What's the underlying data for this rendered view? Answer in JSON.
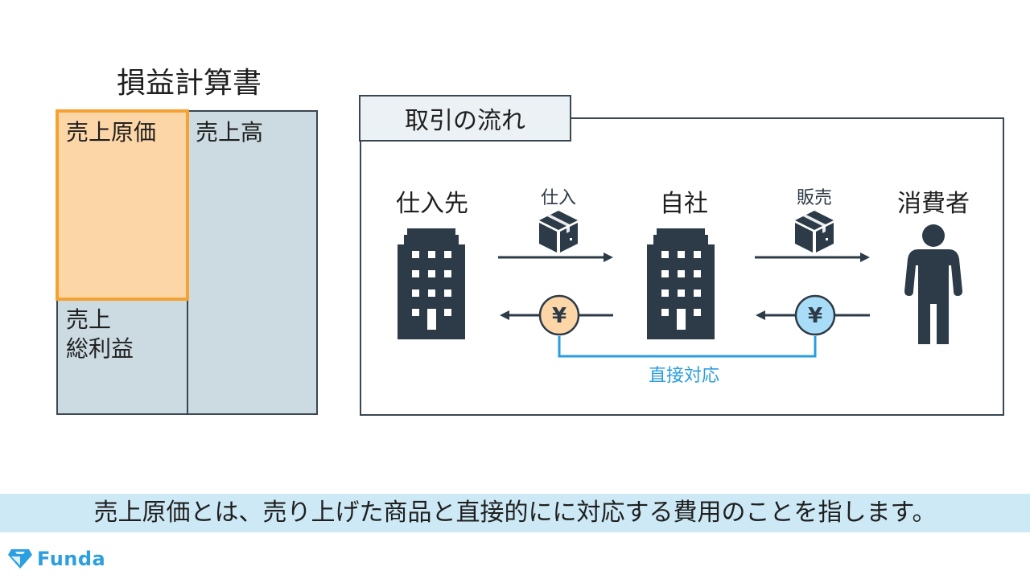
{
  "income_statement": {
    "title": "損益計算書",
    "cogs_label": "売上原価",
    "sales_label": "売上高",
    "gross_profit_label": "売上\n総利益"
  },
  "flow": {
    "title": "取引の流れ",
    "supplier": "仕入先",
    "company": "自社",
    "consumer": "消費者",
    "purchase": "仕入",
    "sale": "販売",
    "direct": "直接対応",
    "yen_symbol": "¥"
  },
  "banner": {
    "text": "売上原価とは、売り上げた商品と直接的にに対応する費用のことを指します。"
  },
  "logo": {
    "text": "Funda",
    "icon": "diamond-logo-icon"
  },
  "colors": {
    "cogs_fill": "#fdd6a8",
    "cogs_border": "#f5a233",
    "sales_fill": "#ccdae2",
    "dark": "#2c3b47",
    "accent_blue": "#2a9de0",
    "banner_bg": "#cde9f6",
    "yen_orange": "#fdd6a8",
    "yen_blue": "#a9dcf6"
  }
}
